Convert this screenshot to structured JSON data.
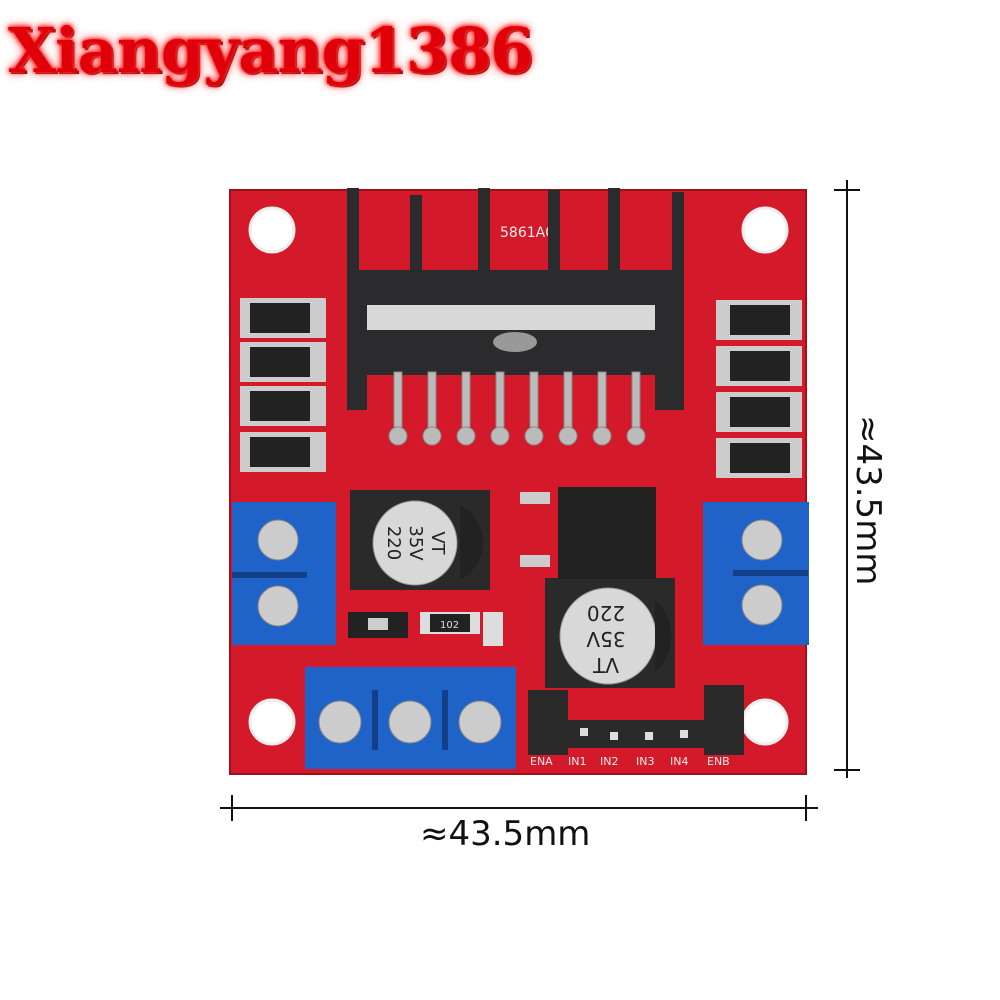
{
  "watermark": "Xiangyang1386",
  "dimensions": {
    "width_label": "≈43.5mm",
    "height_label": "≈43.5mm"
  },
  "board": {
    "chip_marking": "5861A0",
    "capacitor_top_line": "VT",
    "capacitor_mid_line": "35V",
    "capacitor_bottom_line": "220",
    "resistor_code": "102",
    "header_labels": [
      "ENA",
      "IN1",
      "IN2",
      "IN3",
      "IN4",
      "ENB"
    ],
    "colors": {
      "pcb": "#d41a2a",
      "terminal": "#1f63c8",
      "heatsink": "#2b2b2d"
    }
  }
}
